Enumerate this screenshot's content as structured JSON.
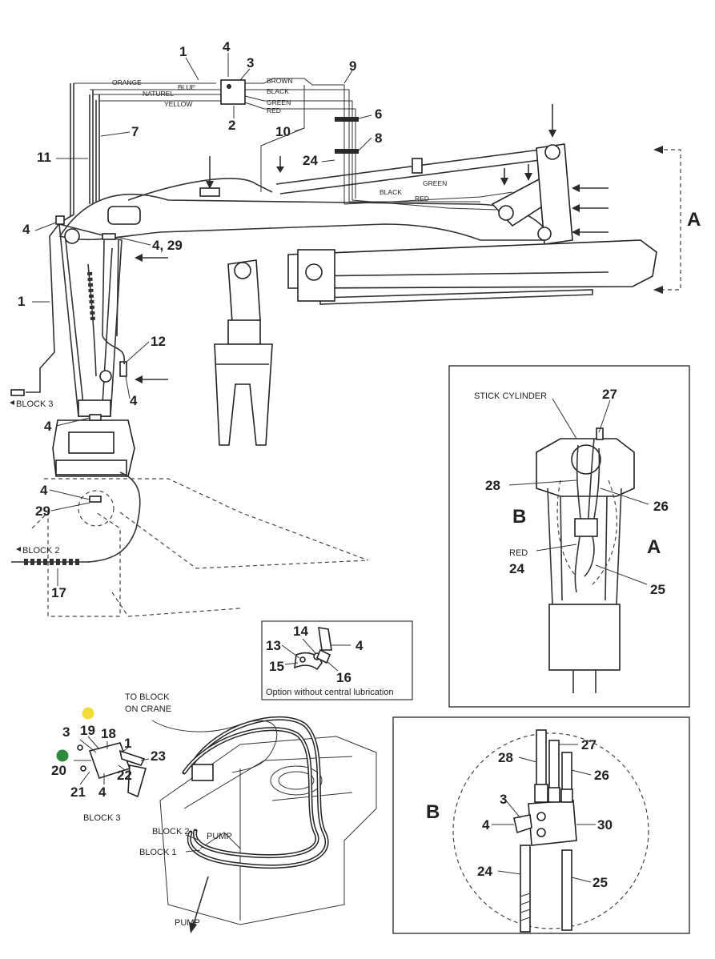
{
  "wire_colors": {
    "orange": "ORANGE",
    "blue": "BLUE",
    "natural": "NATUREL",
    "yellow": "YELLOW",
    "brown": "BROWN",
    "black": "BLACK",
    "green": "GREEN",
    "red": "RED",
    "boom_green": "GREEN",
    "boom_black": "BLACK",
    "boom_red": "RED"
  },
  "blocks": {
    "block3_top": "BLOCK 3",
    "block2": "BLOCK 2",
    "block3": "BLOCK 3",
    "block2_pump": "BLOCK 2",
    "block1": "BLOCK 1",
    "pump_small": "PUMP",
    "pump": "PUMP"
  },
  "captions": {
    "to_block": [
      "TO BLOCK",
      "ON CRANE"
    ],
    "option": "Option without central lubrication",
    "stick_cylinder": "STICK CYLINDER",
    "red_a": "RED"
  },
  "views": {
    "A": "A",
    "B": "B",
    "A_detail": "A",
    "B_detail": "B",
    "B_bottom": "B"
  },
  "callouts": {
    "c1a": "1",
    "c4a": "4",
    "c3a": "3",
    "c2": "2",
    "c7": "7",
    "c11": "11",
    "c9": "9",
    "c6": "6",
    "c8": "8",
    "c10": "10",
    "c24a": "24",
    "c4b": "4",
    "c4_29": "4, 29",
    "c1b": "1",
    "c12": "12",
    "c4c": "4",
    "c4d": "4",
    "c4e": "4",
    "c29": "29",
    "c17": "17",
    "c13": "13",
    "c14": "14",
    "c15": "15",
    "c16": "16",
    "c4f": "4",
    "c27a": "27",
    "c28a": "28",
    "c26a": "26",
    "c24b": "24",
    "c25a": "25",
    "c3b": "3",
    "c19": "19",
    "c18": "18",
    "c1c": "1",
    "c23": "23",
    "c20": "20",
    "c22": "22",
    "c21": "21",
    "c4g": "4",
    "c28b": "28",
    "c27b": "27",
    "c26b": "26",
    "c3c": "3",
    "c4h": "4",
    "c30": "30",
    "c24c": "24",
    "c25b": "25"
  },
  "colors": {
    "marker_yellow": "#f2dc3a",
    "marker_green": "#2f8a3e",
    "line": "#333333"
  }
}
